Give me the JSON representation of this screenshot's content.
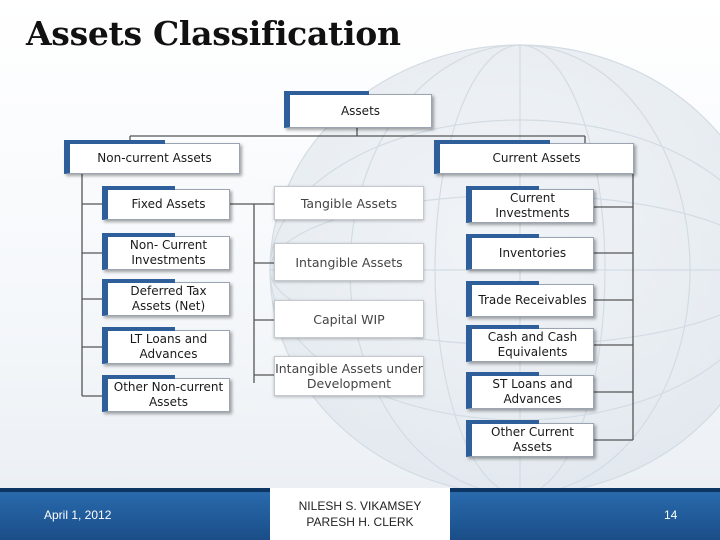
{
  "title": "Assets Classification",
  "root": "Assets",
  "branches": {
    "non_current": "Non-current Assets",
    "current": "Current Assets"
  },
  "non_current_items": [
    {
      "line1": "Fixed Assets",
      "line2": ""
    },
    {
      "line1": "Non- Current",
      "line2": "Investments"
    },
    {
      "line1": "Deferred Tax",
      "line2": "Assets (Net)"
    },
    {
      "line1": "LT Loans and",
      "line2": "Advances"
    },
    {
      "line1": "Other Non-current",
      "line2": "Assets"
    }
  ],
  "fixed_asset_types": [
    {
      "line1": "Tangible Assets",
      "line2": ""
    },
    {
      "line1": "Intangible Assets",
      "line2": ""
    },
    {
      "line1": "Capital WIP",
      "line2": ""
    },
    {
      "line1": "Intangible Assets under",
      "line2": "Development"
    }
  ],
  "current_items": [
    {
      "line1": "Current",
      "line2": "Investments"
    },
    {
      "line1": "Inventories",
      "line2": ""
    },
    {
      "line1": "Trade Receivables",
      "line2": ""
    },
    {
      "line1": "Cash and Cash",
      "line2": "Equivalents"
    },
    {
      "line1": "ST Loans and",
      "line2": "Advances"
    },
    {
      "line1": "Other Current",
      "line2": "Assets"
    }
  ],
  "footer": {
    "date": "April 1, 2012",
    "author1": "NILESH S. VIKAMSEY",
    "author2": "PARESH H. CLERK",
    "page": "14"
  },
  "colors": {
    "box_accent": "#2f5f9a",
    "footer": "#1f5a9a"
  }
}
